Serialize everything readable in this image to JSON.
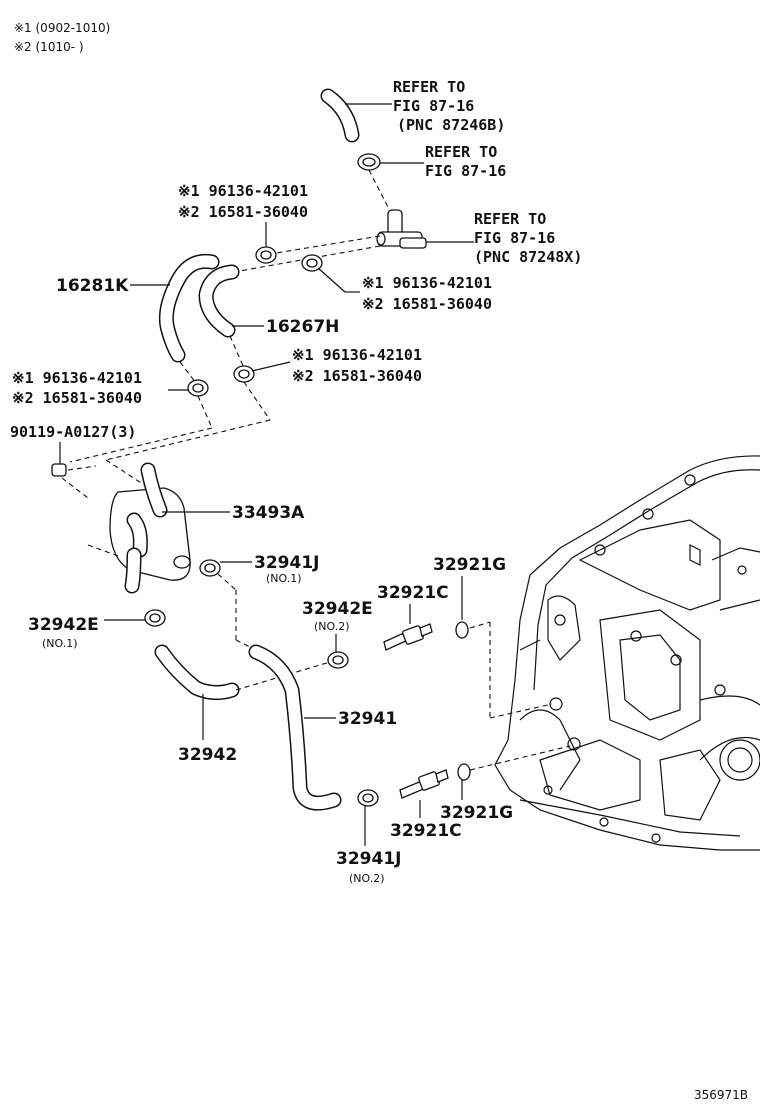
{
  "notes": {
    "note1": "※1 (0902-1010)",
    "note2": "※2 (1010-      )"
  },
  "refs": {
    "ref1": [
      "REFER TO",
      "FIG 87-16",
      "(PNC 87246B)"
    ],
    "ref2": [
      "REFER TO",
      "FIG 87-16"
    ],
    "ref3": [
      "REFER TO",
      "FIG 87-16",
      "(PNC 87248X)"
    ]
  },
  "labels": {
    "clamp_a1": "※1 96136-42101",
    "clamp_a2": "※2 16581-36040",
    "clamp_b1": "※1 96136-42101",
    "clamp_b2": "※2 16581-36040",
    "clamp_c1": "※1 96136-42101",
    "clamp_c2": "※2 16581-36040",
    "clamp_d1": "※1 96136-42101",
    "clamp_d2": "※2 16581-36040",
    "hose_16281K": "16281K",
    "hose_16267H": "16267H",
    "bolt": "90119-A0127(3)",
    "cooler": "33493A",
    "clamp_32941J_1": "32941J",
    "clamp_32941J_1_sub": "(NO.1)",
    "clamp_32942E_2": "32942E",
    "clamp_32942E_2_sub": "(NO.2)",
    "clamp_32942E_1": "32942E",
    "clamp_32942E_1_sub": "(NO.1)",
    "union_32921C_top": "32921C",
    "gasket_32921G_top": "32921G",
    "hose_32942": "32942",
    "hose_32941": "32941",
    "gasket_32921G_bot": "32921G",
    "union_32921C_bot": "32921C",
    "clamp_32941J_2": "32941J",
    "clamp_32941J_2_sub": "(NO.2)"
  },
  "footer": {
    "code": "356971B"
  }
}
